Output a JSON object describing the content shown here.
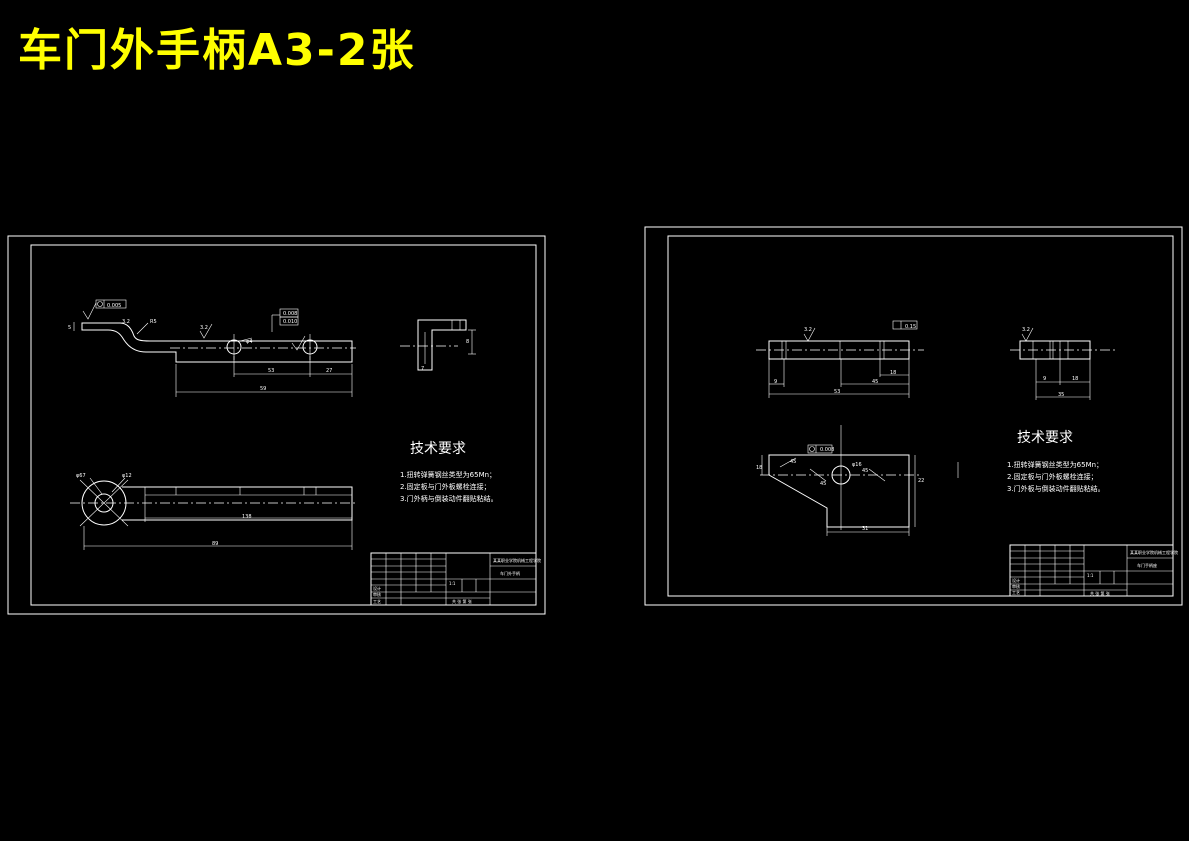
{
  "title": "车门外手柄A3-2张",
  "colors": {
    "background": "#000000",
    "title": "#ffff00",
    "lines": "#ffffff"
  },
  "sheet1": {
    "tech_heading": "技术要求",
    "tech_items": [
      "1.扭转弹簧钢丝类型为65Mn；",
      "2.固定板与门外板螺栓连接；",
      "3.门外柄与倒装动件翻贴粘结。"
    ],
    "dims": {
      "d1": "53",
      "d2": "27",
      "d3": "59",
      "d4": "138",
      "d5": "89",
      "dia1": "φ4",
      "dia2": "φ67",
      "dia3": "φ12",
      "r1": "R5",
      "h1": "8",
      "h2": "7",
      "rough": "3.2",
      "tol1": "0.005",
      "tol2": "0.008",
      "tol3": "0.010",
      "side": "5"
    },
    "titleblock": {
      "company": "某某职业学院机械工程学院",
      "part_name": "车门外手柄",
      "scale": "1:1",
      "row_labels": [
        "设计",
        "审核",
        "工艺"
      ],
      "bottom": "共 张 第 张"
    }
  },
  "sheet2": {
    "tech_heading": "技术要求",
    "tech_items": [
      "1.扭转弹簧钢丝类型为65Mn；",
      "2.固定板与门外板螺栓连接；",
      "3.门外板与倒装动件翻贴粘结。"
    ],
    "dims": {
      "d1": "9",
      "d2": "45",
      "d3": "18",
      "d4": "53",
      "d5": "35",
      "d6": "31",
      "d7": "9",
      "d8": "18",
      "a1": "45",
      "a2": "45",
      "a3": "45",
      "h1": "18",
      "h2": "22",
      "dia1": "φ16",
      "rough": "3.2",
      "tol1": "0.15",
      "tol2": "0.008"
    },
    "titleblock": {
      "company": "某某职业学院机械工程学院",
      "part_name": "车门手柄座",
      "scale": "1:1",
      "row_labels": [
        "设计",
        "审核",
        "工艺"
      ],
      "bottom": "共 张 第 张"
    }
  }
}
